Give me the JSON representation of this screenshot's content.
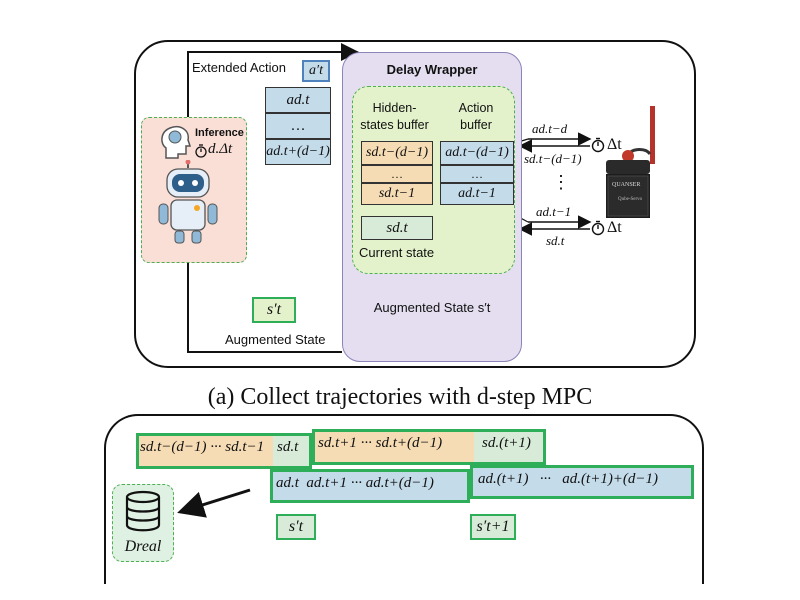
{
  "top": {
    "extended_action_label": "Extended Action",
    "extended_action_symbol": "a′t",
    "delay_wrapper_title": "Delay Wrapper",
    "hidden_buffer_title": "Hidden-states buffer",
    "action_buffer_title": "Action buffer",
    "hidden_cells": [
      "sd.t−(d−1)",
      "…",
      "sd.t−1"
    ],
    "action_cells": [
      "ad.t−(d−1)",
      "…",
      "ad.t−1"
    ],
    "current_state_symbol": "sd.t",
    "current_state_label": "Current state",
    "augmented_state_caption": "Augmented State s′t",
    "agent_action_cells": [
      "ad.t",
      "…",
      "ad.t+(d−1)"
    ],
    "inference_label": "Inference",
    "inference_time": "d.Δt",
    "aug_state_symbol": "s′t",
    "aug_state_label": "Augmented State",
    "env_arrows": {
      "a_top": "ad.t−d",
      "s_top": "sd.t−(d−1)",
      "a_bottom": "ad.t−1",
      "s_bottom": "sd.t",
      "dt_top": "Δt",
      "dt_bottom": "Δt",
      "vdots": "⋮"
    },
    "caption": "(a) Collect trajectories with d-step MPC"
  },
  "bottom": {
    "db_label": "Dreal",
    "row1_states_left": "sd.t−(d−1) ··· sd.t−1",
    "row1_state_t": "sd.t",
    "row1_states_mid": "sd.t+1 ··· sd.t+(d−1)",
    "row1_state_next": "sd.(t+1)",
    "row2_actions_left": "ad.t  ad.t+1 ··· ad.t+(d−1)",
    "row2_actions_right": "ad.(t+1)   ···   ad.(t+1)+(d−1)",
    "aug_left": "s′t",
    "aug_right": "s′t+1"
  },
  "colors": {
    "green": "#2fae5a",
    "orange_cell": "#f6dcb4",
    "blue_cell": "#c4dbea",
    "wrapper_fill": "#e4def0",
    "agent_fill": "#f9dfd6"
  }
}
